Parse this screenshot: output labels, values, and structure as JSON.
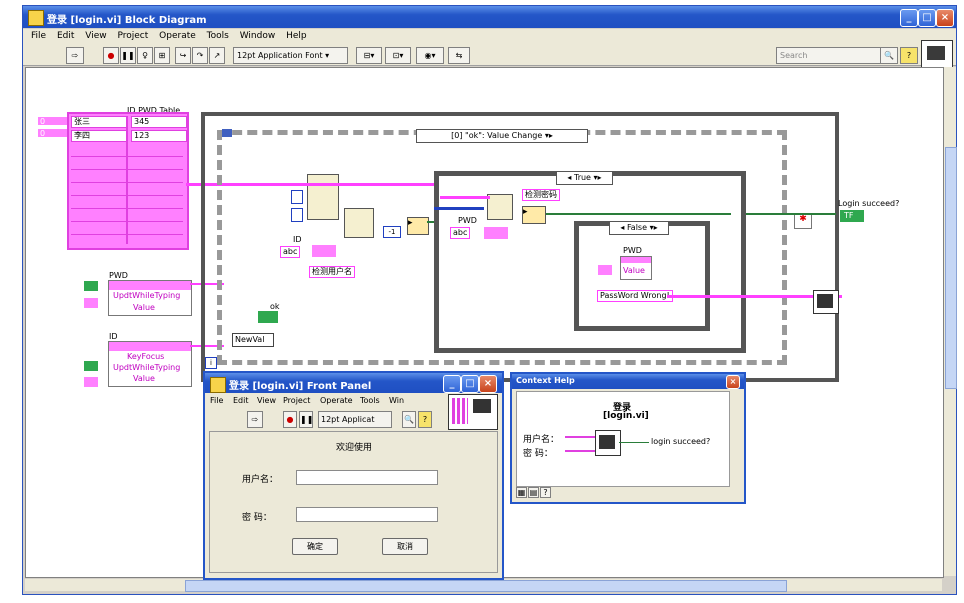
{
  "window": {
    "title": "登录 [login.vi] Block Diagram",
    "controls": [
      "_",
      "□",
      "×"
    ]
  },
  "menu": [
    "File",
    "Edit",
    "View",
    "Project",
    "Operate",
    "Tools",
    "Window",
    "Help"
  ],
  "toolbar": {
    "font": "12pt Application Font",
    "search_placeholder": "Search"
  },
  "diagram": {
    "table_label": "ID PWD Table",
    "table_rows": [
      {
        "index": "0",
        "id": "张三",
        "pwd": "345"
      },
      {
        "index": "0",
        "id": "李四",
        "pwd": "123"
      }
    ],
    "pwd_label": "PWD",
    "id_label": "ID",
    "event_case": "[0] \"ok\": Value Change",
    "true_case": "True",
    "false_case": "False",
    "check_pwd": "检测密码",
    "check_user": "检测用户名",
    "pwd_inner": "PWD",
    "id_inner": "ID",
    "pwd_inner2": "PWD",
    "value": "Value",
    "keyfocus": "KeyFocus",
    "updt": "UpdtWhileTyping",
    "ok_label": "ok",
    "newval": "NewVal",
    "wrong_msg": "PassWord Wrong!",
    "login_label": "Login succeed?",
    "tf": "TF",
    "abc": "abc",
    "i_label": "i"
  },
  "front_panel": {
    "title": "登录 [login.vi] Front Panel",
    "menu": [
      "File",
      "Edit",
      "View",
      "Project",
      "Operate",
      "Tools",
      "Win"
    ],
    "font": "12pt Applicat",
    "welcome": "欢迎使用",
    "user_label": "用户名：",
    "pwd_label": "密  码：",
    "user_value": "",
    "pwd_value": "",
    "ok_button": "确定",
    "cancel_button": "取消"
  },
  "context_help": {
    "title": "Context Help",
    "heading": "登录",
    "subheading": "[login.vi]",
    "in1": "用户名：",
    "in2": "密  码：",
    "out": "login succeed?"
  },
  "colors": {
    "titlebar": "#2456c8",
    "pink_wire": "#ff40ff",
    "green": "#2fa84f"
  }
}
